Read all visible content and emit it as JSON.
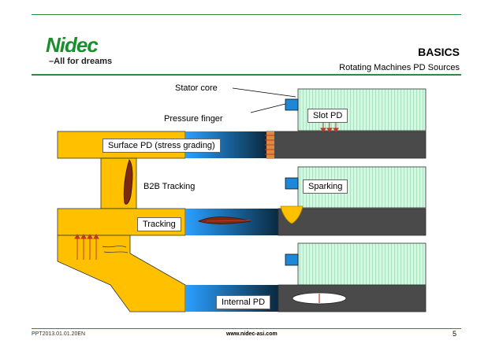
{
  "header": {
    "logo_text": "Nidec",
    "tagline": "All for dreams",
    "title": "BASICS",
    "subtitle": "Rotating Machines PD Sources"
  },
  "labels": {
    "stator_core": "Stator core",
    "pressure_finger": "Pressure finger",
    "slot_pd": "Slot PD",
    "surface_pd": "Surface PD (stress grading)",
    "b2b_tracking": "B2B Tracking",
    "sparking": "Sparking",
    "tracking": "Tracking",
    "internal_pd": "Internal PD"
  },
  "footer": {
    "doc_code": "PPT2013.01.01.20EN",
    "website": "www.nidec-asi.com",
    "page_number": "5"
  },
  "colors": {
    "brand_green": "#1a8f2e",
    "conductor_yellow": "#ffc000",
    "stator_gray": "#4a4a4a",
    "core_green": "#c8f0d8",
    "finger_blue": "#1e88d8",
    "arrow_red": "#c0392b"
  }
}
